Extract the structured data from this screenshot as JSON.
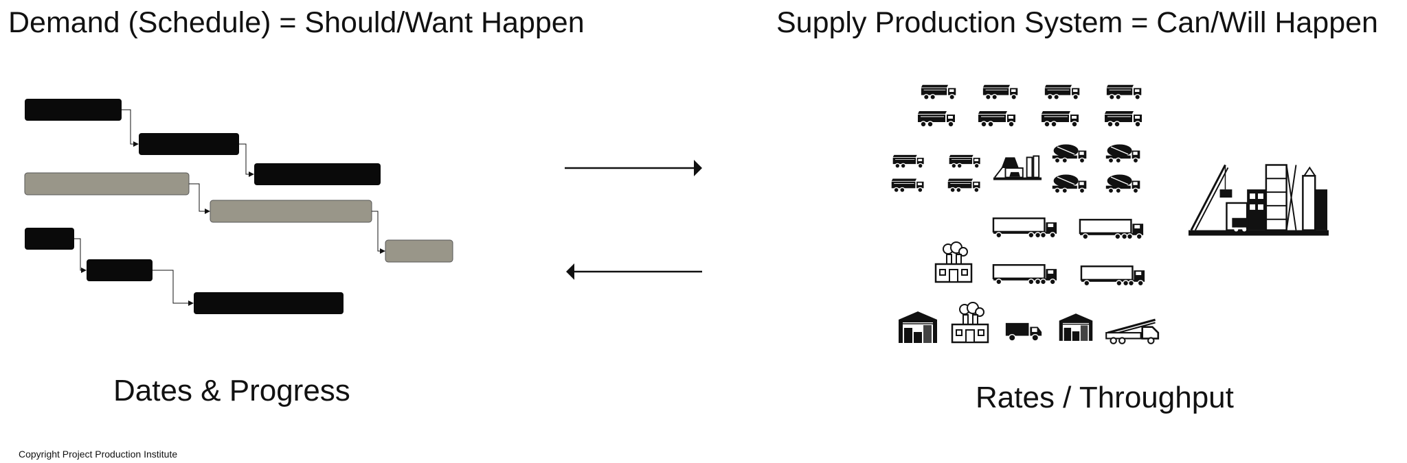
{
  "headings": {
    "demand": "Demand (Schedule) = Should/Want Happen",
    "supply": "Supply Production System = Can/Will Happen"
  },
  "captions": {
    "demand": "Dates & Progress",
    "supply": "Rates / Throughput"
  },
  "footer": {
    "copyright": "Copyright Project Production Institute"
  },
  "gantt": {
    "colors": {
      "dark": "#0a0a0a",
      "gray": "#999689"
    }
  },
  "supply_icons": [
    "dump-truck-icon",
    "concrete-mixer-truck-icon",
    "concrete-batch-plant-icon",
    "semi-trailer-truck-icon",
    "factory-icon",
    "warehouse-icon",
    "delivery-truck-icon",
    "flatbed-truck-icon",
    "construction-site-icon"
  ]
}
